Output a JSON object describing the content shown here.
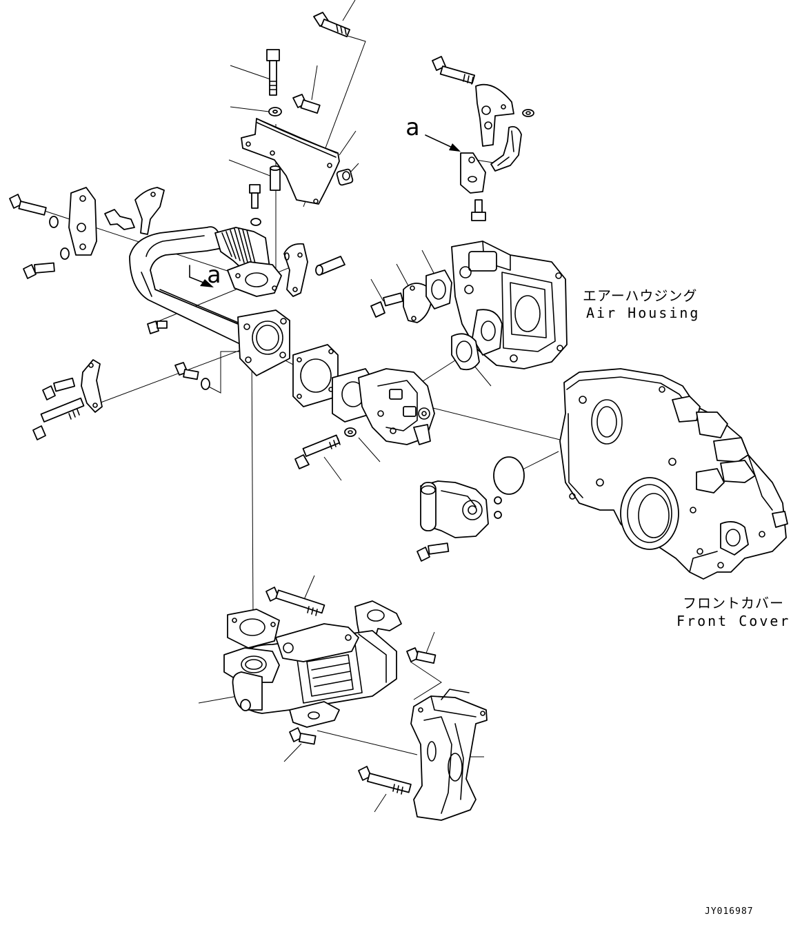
{
  "labels": {
    "air_housing_jp": "エアーハウジング",
    "air_housing_en": "Air Housing",
    "front_cover_jp": "フロントカバー",
    "front_cover_en": "Front Cover",
    "view_a_top": "a",
    "view_a_left": "a",
    "drawing_id": "JY016987"
  }
}
